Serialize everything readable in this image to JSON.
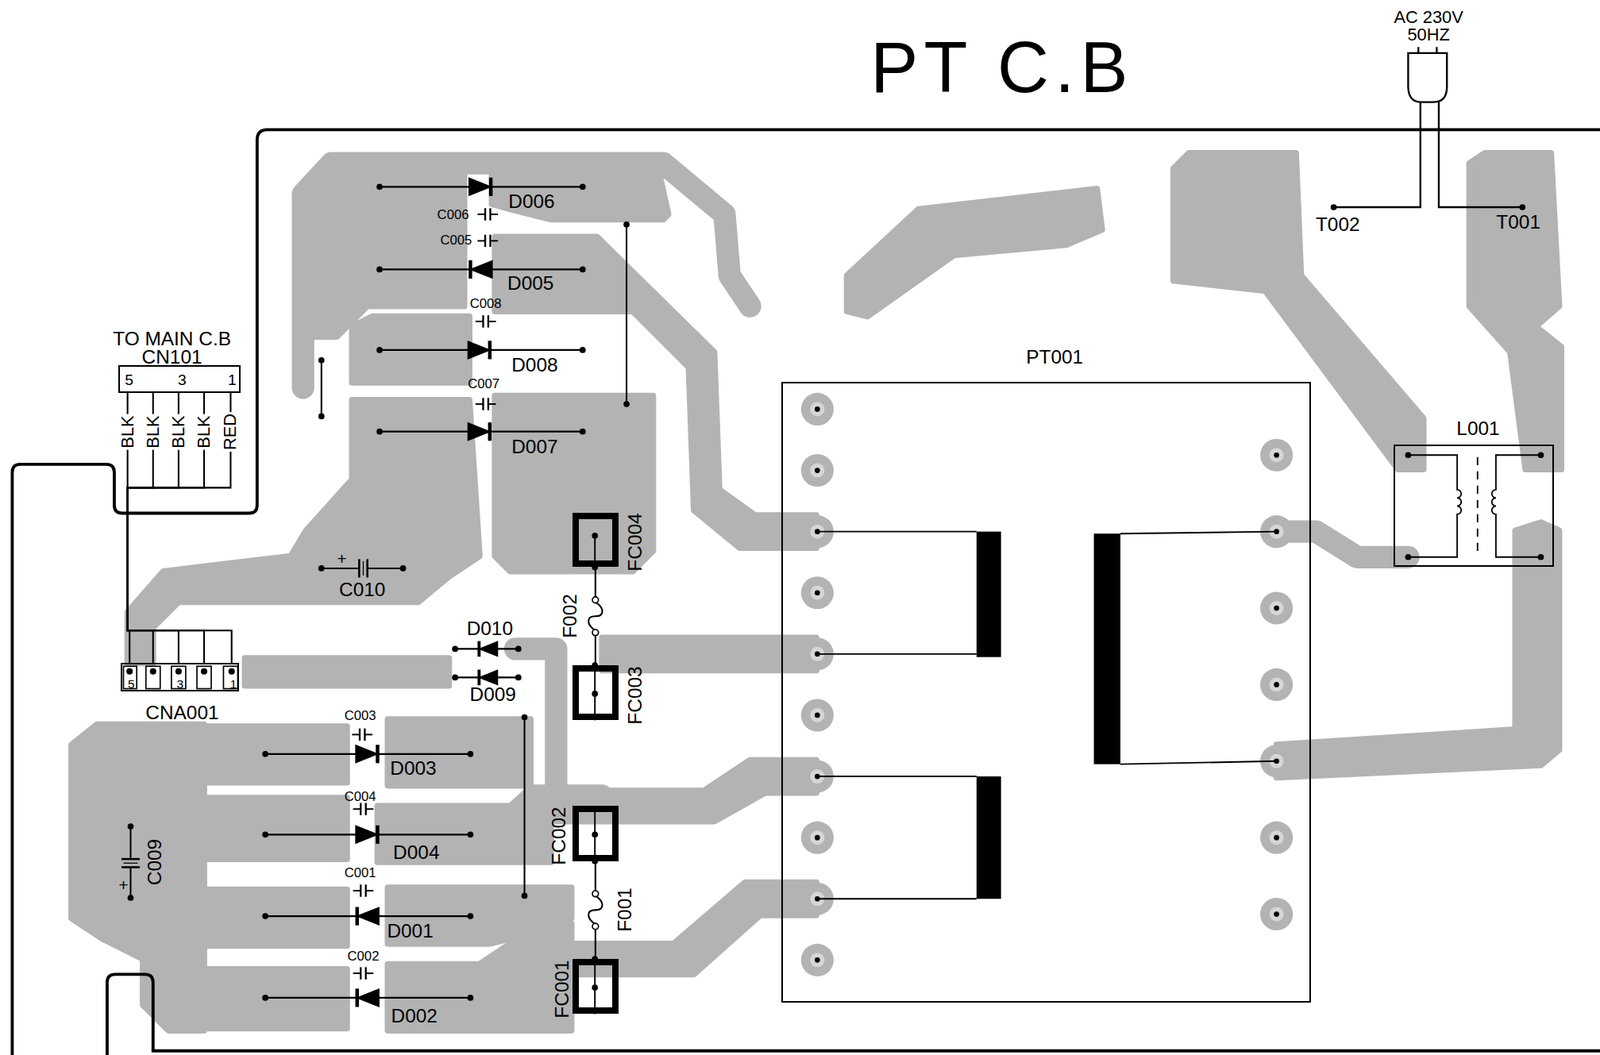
{
  "diagram": {
    "title": "PT C.B",
    "nodes": [
      {
        "text": [
          "TO MAIN C.B",
          "CN101",
          "5",
          "3",
          "1"
        ]
      },
      {
        "text": [
          "5",
          "3",
          "1",
          "CNA001"
        ]
      },
      {
        "text": [
          "PT001"
        ]
      },
      {
        "text": [
          "L001"
        ]
      },
      {
        "text": [
          "FC004"
        ]
      },
      {
        "text": [
          "FC003"
        ]
      },
      {
        "text": [
          "FC002"
        ]
      },
      {
        "text": [
          "FC001"
        ]
      }
    ],
    "edges": [
      {
        "from": 0,
        "to": 1,
        "arrow": "none",
        "label": "BLK"
      },
      {
        "from": 0,
        "to": 1,
        "arrow": "none",
        "label": "BLK"
      },
      {
        "from": 0,
        "to": 1,
        "arrow": "none",
        "label": "BLK"
      },
      {
        "from": 0,
        "to": 1,
        "arrow": "none",
        "label": "BLK"
      },
      {
        "from": 0,
        "to": 1,
        "arrow": "none",
        "label": "RED"
      },
      {
        "from": 4,
        "to": 5,
        "arrow": "none",
        "label": "F002"
      },
      {
        "from": 6,
        "to": 7,
        "arrow": "none",
        "label": "F001"
      }
    ],
    "labels": [
      "AC 230V 50HZ",
      "T002",
      "T001",
      "D006",
      "C006",
      "C005",
      "D005",
      "C008",
      "D008",
      "C007",
      "D007",
      "+",
      "C010",
      "D010",
      "D009",
      "C003",
      "D003",
      "C004",
      "D004",
      "C001",
      "D001",
      "C002",
      "D002",
      "C009",
      "+"
    ]
  }
}
